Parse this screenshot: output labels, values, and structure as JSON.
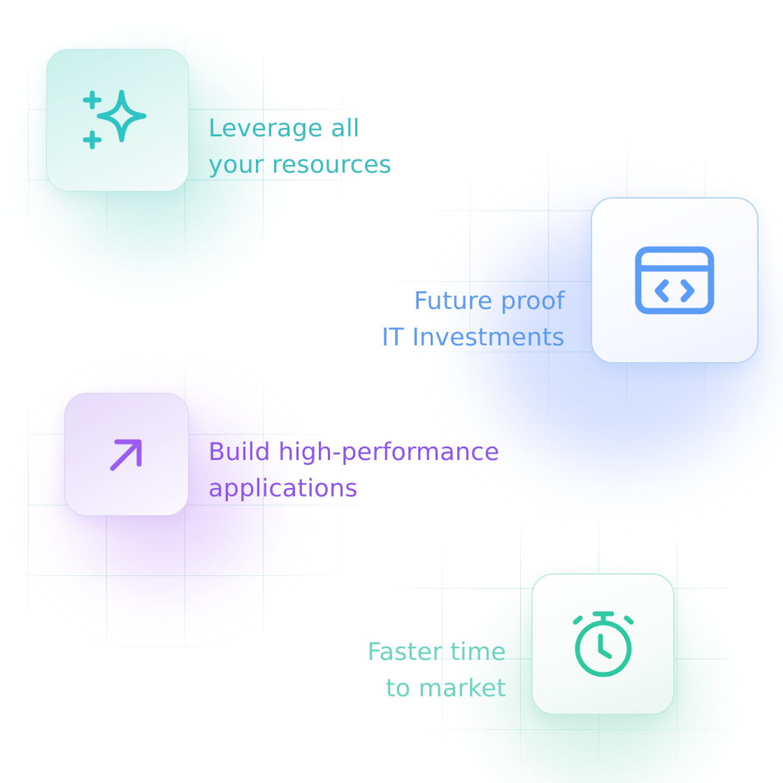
{
  "features": [
    {
      "icon": "sparkles-icon",
      "line1": "Leverage all",
      "line2": "your resources",
      "color": "#2ec4c4"
    },
    {
      "icon": "code-window-icon",
      "line1": "Future proof",
      "line2": "IT Investments",
      "color": "#5a9cf8"
    },
    {
      "icon": "arrow-up-right-icon",
      "line1": "Build high-performance",
      "line2": "applications",
      "color": "#9b5cf0"
    },
    {
      "icon": "stopwatch-icon",
      "line1": "Faster time",
      "line2": "to market",
      "color": "#2ec9a0"
    }
  ]
}
